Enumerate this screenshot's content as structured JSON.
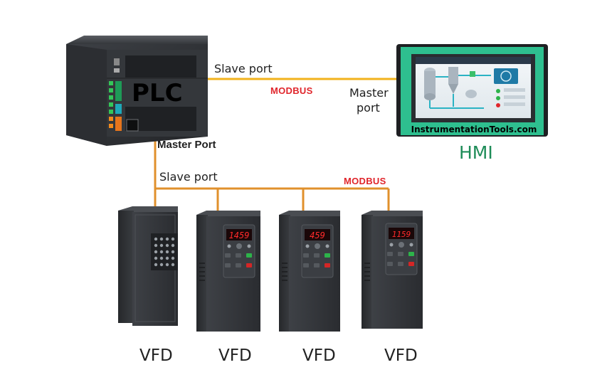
{
  "plc": {
    "label": "PLC"
  },
  "hmi": {
    "label": "HMI",
    "watermark": "InstrumentationTools.com"
  },
  "links": {
    "plc_slave_port": "Slave port",
    "hmi_master_port_line1": "Master",
    "hmi_master_port_line2": "port",
    "modbus_top": "MODBUS",
    "plc_master_port": "Master Port",
    "vfd_slave_port": "Slave port",
    "modbus_bottom": "MODBUS"
  },
  "vfds": [
    {
      "label": "VFD",
      "display": ""
    },
    {
      "label": "VFD",
      "display": "1459"
    },
    {
      "label": "VFD",
      "display": "459"
    },
    {
      "label": "VFD",
      "display": "1159"
    }
  ],
  "colors": {
    "link_top": "#f2b21c",
    "link_bottom": "#e0902c",
    "modbus": "#e0252b",
    "hmi_frame": "#2ebf8f",
    "hmi_label": "#1e8c58"
  }
}
